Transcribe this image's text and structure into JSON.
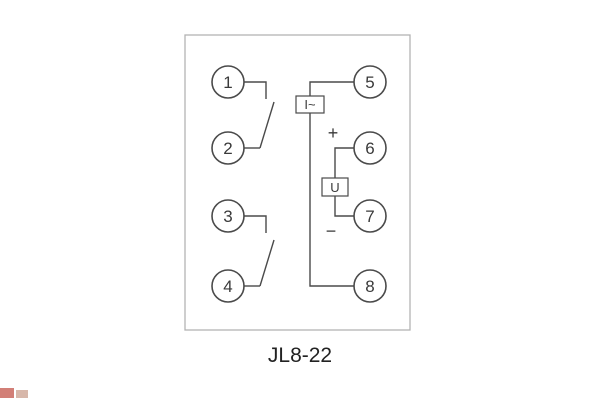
{
  "diagram": {
    "model": "JL8-22",
    "terminals": [
      "1",
      "2",
      "3",
      "4",
      "5",
      "6",
      "7",
      "8"
    ],
    "coil_labels": {
      "current": "I~",
      "voltage": "U"
    },
    "polarity": {
      "plus": "+",
      "minus": "−"
    },
    "colors": {
      "line": "#4a4a4a",
      "frame": "#b3b3b3",
      "watermark_red": "#c4554a"
    }
  }
}
